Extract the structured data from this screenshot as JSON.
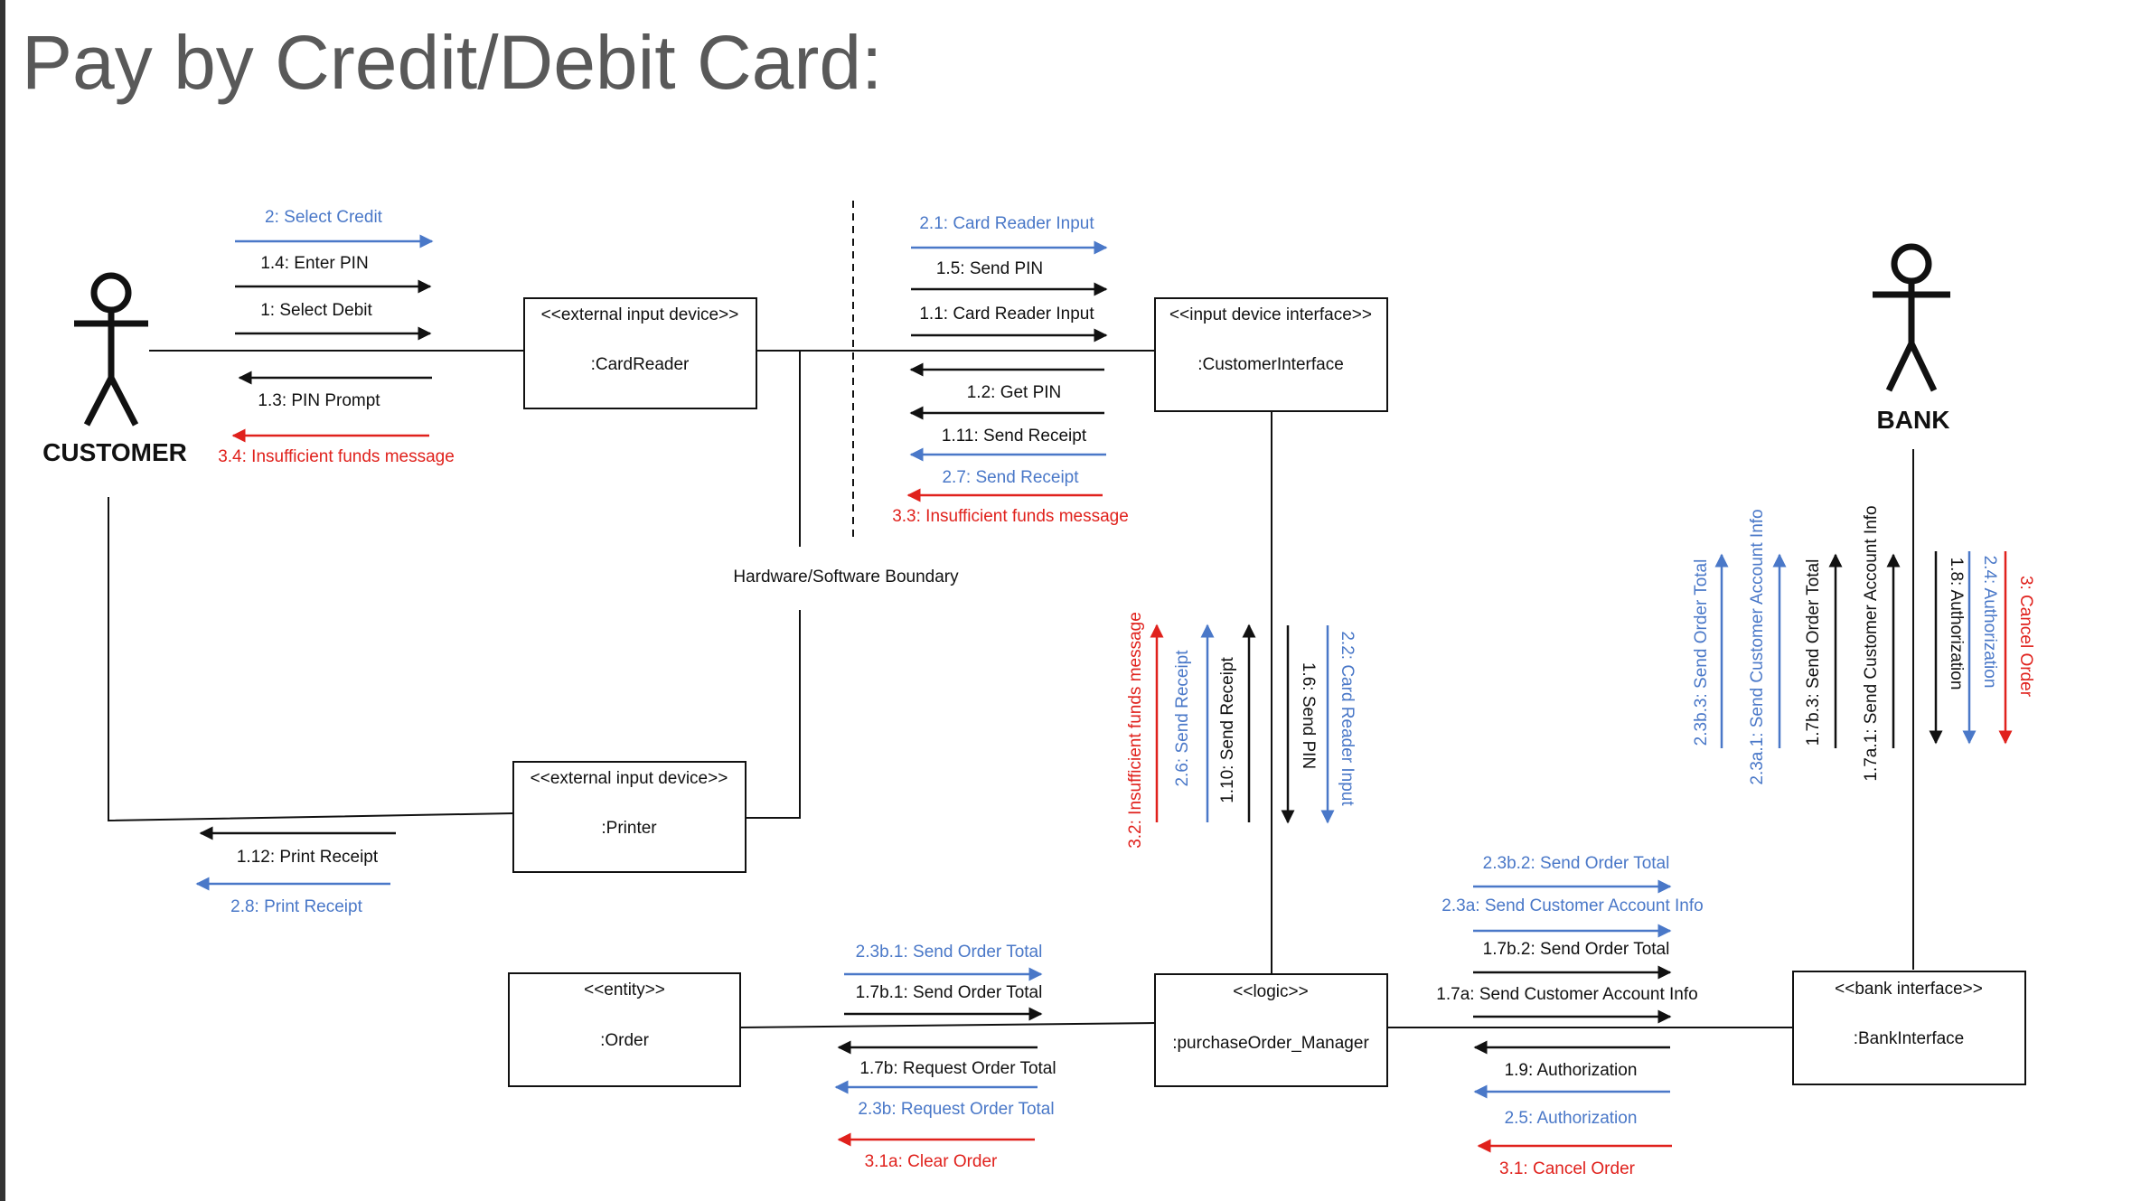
{
  "title": "Pay by Credit/Debit Card:",
  "colors": {
    "black": "#111111",
    "blue": "#4a78c8",
    "red": "#e0211c",
    "title": "#595959"
  },
  "actors": {
    "customer": "CUSTOMER",
    "bank": "BANK"
  },
  "boundary_label": "Hardware/Software Boundary",
  "boxes": {
    "cardreader": {
      "stereotype": "<<external input device>>",
      "name": ":CardReader"
    },
    "customerinterface": {
      "stereotype": "<<input device interface>>",
      "name": ":CustomerInterface"
    },
    "printer": {
      "stereotype": "<<external input device>>",
      "name": ":Printer"
    },
    "order": {
      "stereotype": "<<entity>>",
      "name": ":Order"
    },
    "manager": {
      "stereotype": "<<logic>>",
      "name": ":purchaseOrder_Manager"
    },
    "bankinterface": {
      "stereotype": "<<bank interface>>",
      "name": ":BankInterface"
    }
  },
  "messages": {
    "m_2_select_credit": "2: Select Credit",
    "m_14_enter_pin": "1.4: Enter PIN",
    "m_1_select_debit": "1: Select Debit",
    "m_13_pin_prompt": "1.3: PIN Prompt",
    "m_34_insufficient": "3.4: Insufficient funds message",
    "m_21_card_reader_input": "2.1: Card Reader Input",
    "m_15_send_pin": "1.5: Send PIN",
    "m_11_card_reader_input": "1.1: Card Reader Input",
    "m_12_get_pin": "1.2: Get PIN",
    "m_111_send_receipt": "1.11: Send Receipt",
    "m_27_send_receipt": "2.7: Send Receipt",
    "m_33_insufficient": "3.3: Insufficient funds message",
    "m_32_insufficient": "3.2: Insufficient funds message",
    "m_26_send_receipt": "2.6: Send Receipt",
    "m_110_send_receipt": "1.10: Send Receipt",
    "m_16_send_pin": "1.6: Send PIN",
    "m_22_card_reader_input": "2.2: Card Reader Input",
    "m_112_print_receipt": "1.12: Print Receipt",
    "m_28_print_receipt": "2.8: Print Receipt",
    "m_23b1_send_order_total": "2.3b.1: Send Order Total",
    "m_17b1_send_order_total": "1.7b.1: Send Order Total",
    "m_17b_request_order_total": "1.7b: Request Order Total",
    "m_23b_request_order_total": "2.3b: Request Order Total",
    "m_31a_clear_order": "3.1a: Clear Order",
    "m_23b2_send_order_total": "2.3b.2: Send Order Total",
    "m_23a_send_customer_account_info": "2.3a: Send Customer Account Info",
    "m_17b2_send_order_total": "1.7b.2: Send Order Total",
    "m_17a_send_customer_account_info": "1.7a: Send Customer Account Info",
    "m_19_authorization": "1.9: Authorization",
    "m_25_authorization": "2.5: Authorization",
    "m_31_cancel_order": "3.1: Cancel Order",
    "m_23b3_send_order_total": "2.3b.3: Send Order Total",
    "m_23a1_send_customer_account_info": "2.3a.1: Send Customer Account Info",
    "m_17b3_send_order_total": "1.7b.3: Send Order Total",
    "m_17a1_send_customer_account_info": "1.7a.1: Send Customer Account Info",
    "m_18_authorization": "1.8: Authorization",
    "m_24_authorization": "2.4: Authorization",
    "m_3_cancel_order": "3: Cancel Order"
  }
}
